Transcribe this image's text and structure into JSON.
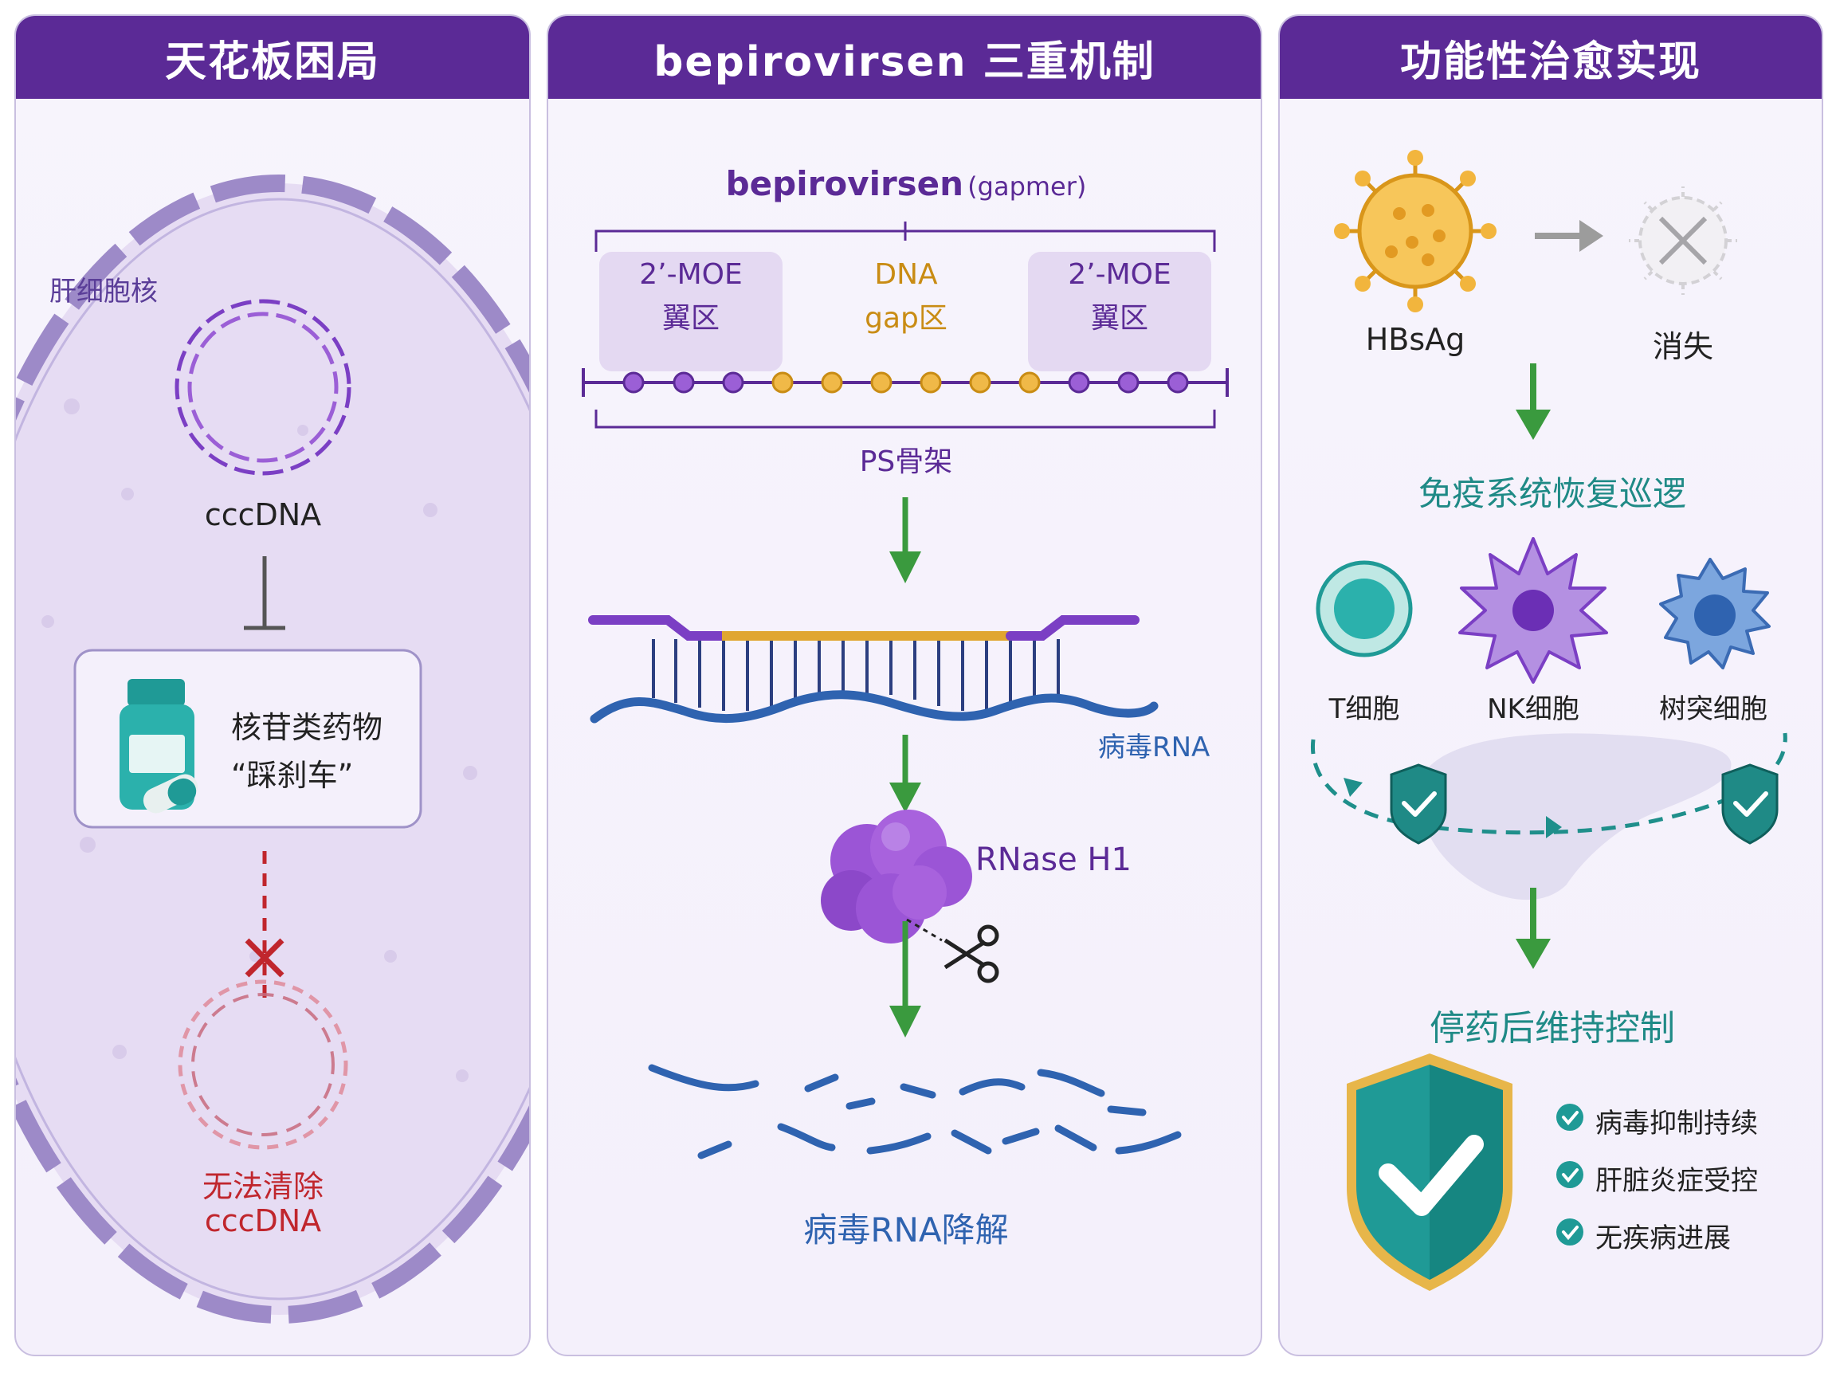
{
  "panel1": {
    "title": "天花板困局",
    "nucleus_label": "肝细胞核",
    "cccdna_label": "cccDNA",
    "drug_line1": "核苷类药物",
    "drug_line2": "“踩刹车”",
    "fail_line1": "无法清除",
    "fail_line2": "cccDNA"
  },
  "panel2": {
    "title": "bepirovirsen 三重机制",
    "molecule_name": "bepirovirsen",
    "molecule_type": "(gapmer)",
    "wing_left_line1": "2’-MOE",
    "wing_left_line2": "翼区",
    "gap_line1": "DNA",
    "gap_line2": "gap区",
    "wing_right_line1": "2’-MOE",
    "wing_right_line2": "翼区",
    "backbone_label": "PS骨架",
    "viral_rna_label": "病毒RNA",
    "enzyme_label": "RNase H1",
    "degradation_label": "病毒RNA降解"
  },
  "panel3": {
    "title": "功能性治愈实现",
    "antigen_label": "HBsAg",
    "vanish_label": "消失",
    "immune_title": "免疫系统恢复巡逻",
    "cells": [
      "T细胞",
      "NK细胞",
      "树突细胞"
    ],
    "control_title": "停药后维持控制",
    "checks": [
      "病毒抑制持续",
      "肝脏炎症受控",
      "无疾病进展"
    ]
  },
  "colors": {
    "header": "#5b2a96",
    "wing_purple": "#7b3fc4",
    "gap_gold": "#e0a630",
    "rna_blue": "#2f63b0",
    "arrow_green": "#3a9a3e",
    "teal": "#1f9a96",
    "fail_red": "#c0262d"
  }
}
